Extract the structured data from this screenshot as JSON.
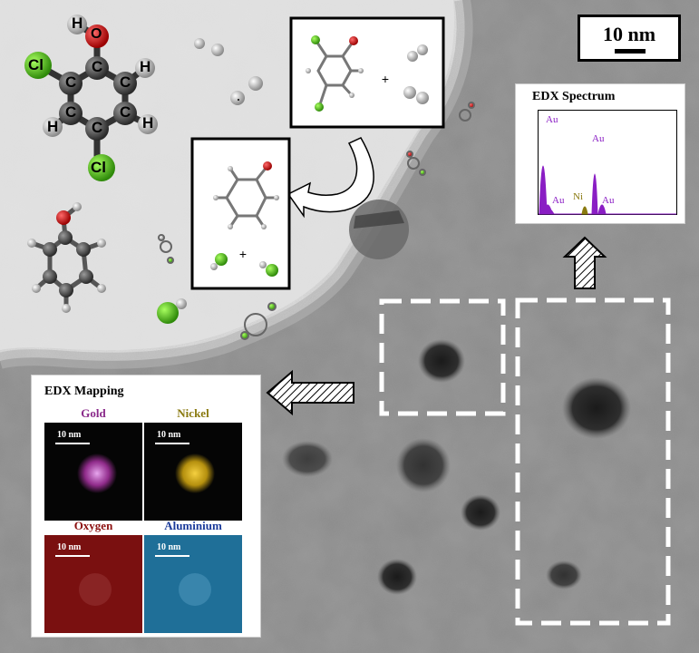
{
  "scale_bar": {
    "label": "10 nm"
  },
  "edx_spectrum": {
    "title": "EDX Spectrum",
    "peak_labels": [
      "Au",
      "Au",
      "Au",
      "Ni",
      "Au"
    ],
    "colors": {
      "au": "#8a1ec4",
      "ni": "#8a7a10"
    }
  },
  "edx_mapping": {
    "title": "EDX Mapping",
    "tiles": [
      {
        "element": "Gold",
        "color": "#a0309a",
        "scale": "10 nm"
      },
      {
        "element": "Nickel",
        "color": "#8a7a10",
        "scale": "10 nm"
      },
      {
        "element": "Oxygen",
        "color": "#8c1010",
        "scale": "10 nm"
      },
      {
        "element": "Aluminium",
        "color": "#1a3a9a",
        "scale": "10 nm"
      }
    ]
  },
  "molecule_labels": {
    "dcp_atoms": [
      "H",
      "O",
      "Cl",
      "C",
      "H",
      "C",
      "C",
      "C",
      "H",
      "C",
      "C",
      "H",
      "Cl"
    ],
    "plus": "+"
  }
}
